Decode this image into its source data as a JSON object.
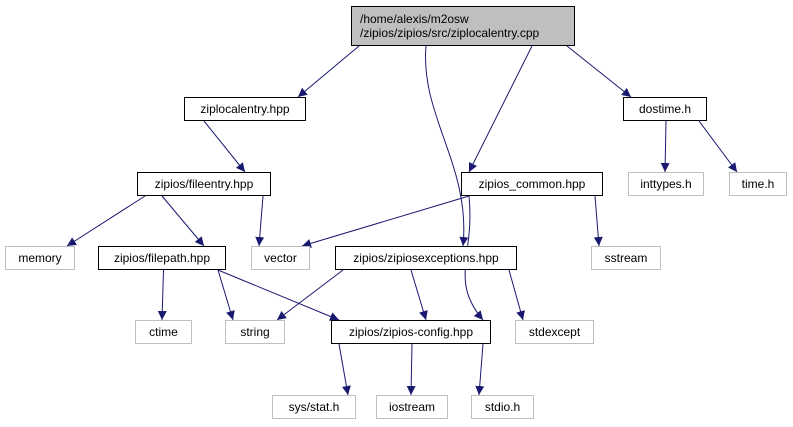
{
  "colors": {
    "edge": "#191970",
    "root_fill": "#bfbfbf",
    "external_border": "#bfbfbf",
    "project_border": "#000000"
  },
  "root": {
    "line1": "/home/alexis/m2osw",
    "line2": "/zipios/zipios/src/ziplocalentry.cpp"
  },
  "nodes": {
    "ziplocalentry_hpp": "ziplocalentry.hpp",
    "dostime_h": "dostime.h",
    "fileentry_hpp": "zipios/fileentry.hpp",
    "zipios_common_hpp": "zipios_common.hpp",
    "inttypes_h": "inttypes.h",
    "time_h": "time.h",
    "memory": "memory",
    "filepath_hpp": "zipios/filepath.hpp",
    "vector": "vector",
    "zipiosexceptions_hpp": "zipios/zipiosexceptions.hpp",
    "sstream": "sstream",
    "ctime": "ctime",
    "string": "string",
    "zipios_config_hpp": "zipios/zipios-config.hpp",
    "stdexcept": "stdexcept",
    "sys_stat_h": "sys/stat.h",
    "iostream": "iostream",
    "stdio_h": "stdio.h"
  },
  "edges": [
    [
      "root",
      "ziplocalentry_hpp"
    ],
    [
      "root",
      "dostime_h"
    ],
    [
      "root",
      "zipios_common_hpp"
    ],
    [
      "root",
      "zipiosexceptions_hpp"
    ],
    [
      "ziplocalentry_hpp",
      "fileentry_hpp"
    ],
    [
      "dostime_h",
      "inttypes_h"
    ],
    [
      "dostime_h",
      "time_h"
    ],
    [
      "fileentry_hpp",
      "memory"
    ],
    [
      "fileentry_hpp",
      "filepath_hpp"
    ],
    [
      "fileentry_hpp",
      "vector"
    ],
    [
      "zipios_common_hpp",
      "vector"
    ],
    [
      "zipios_common_hpp",
      "sstream"
    ],
    [
      "zipios_common_hpp",
      "zipios_config_hpp"
    ],
    [
      "filepath_hpp",
      "ctime"
    ],
    [
      "filepath_hpp",
      "string"
    ],
    [
      "filepath_hpp",
      "zipios_config_hpp"
    ],
    [
      "zipiosexceptions_hpp",
      "string"
    ],
    [
      "zipiosexceptions_hpp",
      "zipios_config_hpp"
    ],
    [
      "zipiosexceptions_hpp",
      "stdexcept"
    ],
    [
      "zipios_config_hpp",
      "sys_stat_h"
    ],
    [
      "zipios_config_hpp",
      "iostream"
    ],
    [
      "zipios_config_hpp",
      "stdio_h"
    ]
  ]
}
